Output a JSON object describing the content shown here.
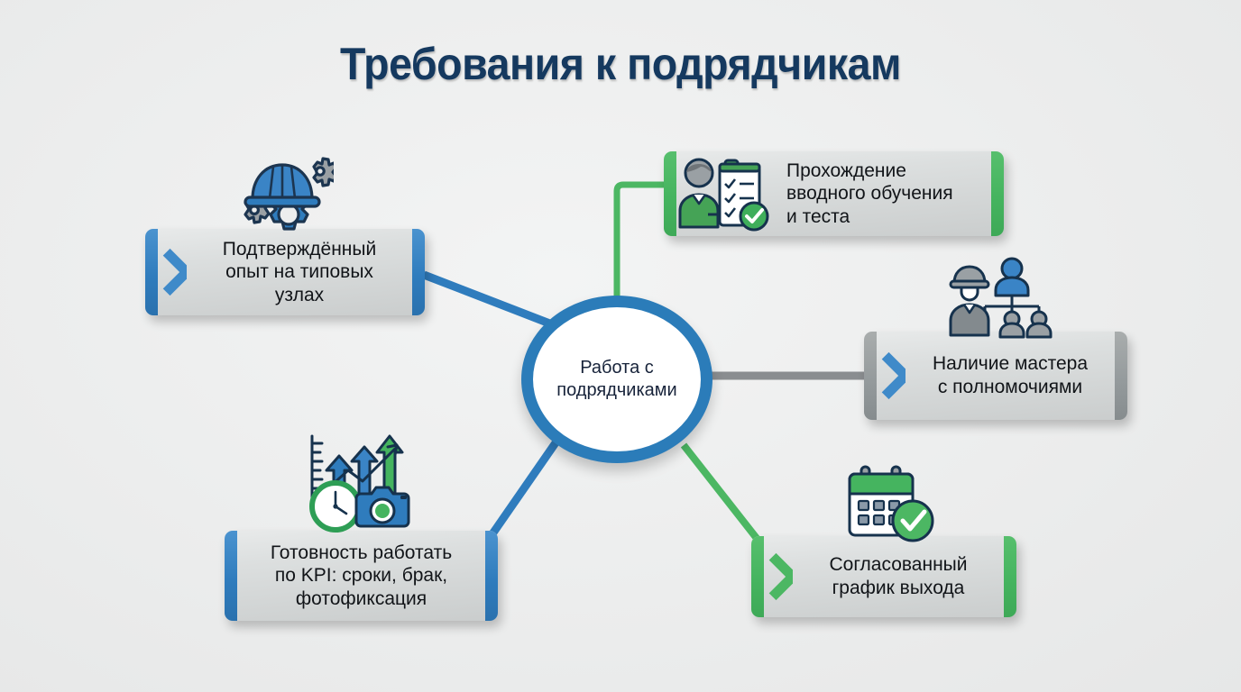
{
  "slide": {
    "title": "Требования к подрядчикам",
    "background_color": "#eceded",
    "title_color": "#15395f"
  },
  "hub": {
    "label": "Работа с\nподрядчиками",
    "ring_color": "#2b7cb9",
    "fill_color": "#ffffff"
  },
  "palette": {
    "blue": "#2f7cbd",
    "green": "#45b45f",
    "gray": "#8a8d90",
    "box_body_light": "#e8eaea",
    "box_body_dark": "#cacdcd",
    "text": "#111418"
  },
  "nodes": [
    {
      "id": "experience",
      "label": "Подтверждённый\nопыт на типовых\nузлах",
      "accent": "blue",
      "accent_color": "#2f7cbd",
      "icon": "hardhat-gears-icon",
      "connector_color": "#2f7cbd",
      "position": "top-left"
    },
    {
      "id": "induction-training",
      "label": "Прохождение\nвводного обучения\nи теста",
      "accent": "green",
      "accent_color": "#45b45f",
      "icon": "person-clipboard-check-icon",
      "connector_color": "#45b45f",
      "position": "top-right"
    },
    {
      "id": "foreman-authority",
      "label": "Наличие мастера\nс полномочиями",
      "accent": "grayblue",
      "accent_color": "#8a8d90",
      "icon": "org-chart-people-icon",
      "connector_color": "#8a8d90",
      "position": "right"
    },
    {
      "id": "kpi-readiness",
      "label": "Готовность работать\nпо KPI: сроки, брак,\nфотофиксация",
      "accent": "blue",
      "accent_color": "#2f7cbd",
      "icon": "clock-camera-growth-icon",
      "connector_color": "#2f7cbd",
      "position": "bottom-left"
    },
    {
      "id": "agreed-schedule",
      "label": "Согласованный\nграфик выхода",
      "accent": "green",
      "accent_color": "#45b45f",
      "icon": "calendar-check-icon",
      "connector_color": "#45b45f",
      "position": "bottom-right"
    }
  ]
}
